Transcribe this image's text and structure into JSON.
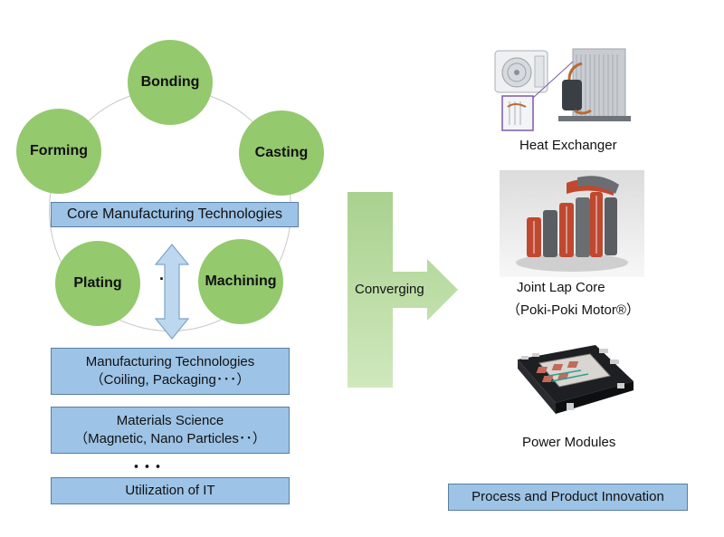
{
  "core": {
    "nodes": {
      "bonding": "Bonding",
      "forming": "Forming",
      "casting": "Casting",
      "plating": "Plating",
      "machining": "Machining"
    },
    "ring_ellipsis": "···",
    "title": "Core Manufacturing Technologies"
  },
  "foundations": {
    "manufacturing": {
      "line1": "Manufacturing Technologies",
      "line2": "（Coiling, Packaging･･･）"
    },
    "materials": {
      "line1": "Materials Science",
      "line2": "（Magnetic, Nano Particles･･）"
    },
    "ellipsis": "･･･",
    "it": "Utilization of IT"
  },
  "converging": {
    "label": "Converging"
  },
  "products": {
    "heat_exchanger": "Heat Exchanger",
    "joint_lap_core": {
      "line1": "Joint Lap Core",
      "line2": "（Poki-Poki Motor®）"
    },
    "power_modules": "Power Modules"
  },
  "innovation": "Process and Product Innovation",
  "colors": {
    "circle_green": "#94c96e",
    "box_blue": "#9dc3e6",
    "arrow_green": "#a9d18e",
    "double_arrow_blue": "#bdd7ee"
  }
}
